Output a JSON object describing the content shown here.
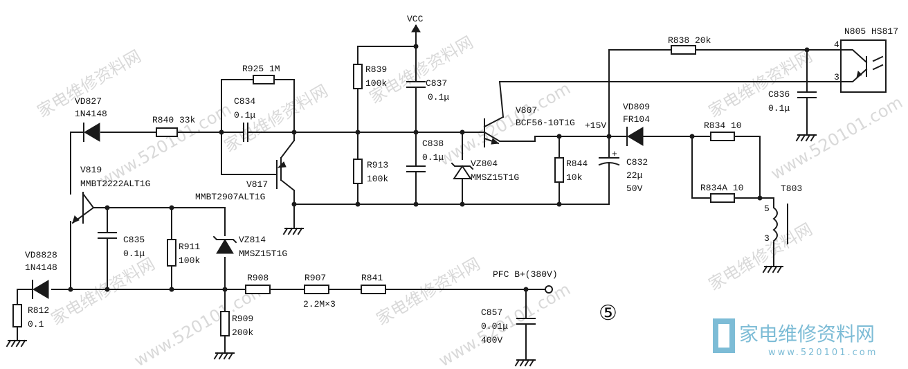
{
  "labels": {
    "vcc": "VCC",
    "n805": "N805 HS817",
    "r838": "R838 20k",
    "pin4": "4",
    "pin3": "3",
    "c836a": "C836",
    "c836b": "0.1μ",
    "r925": "R925 1M",
    "c834a": "C834",
    "c834b": "0.1μ",
    "r839a": "R839",
    "r839b": "100k",
    "c837a": "C837",
    "c837b": "0.1μ",
    "vd827a": "VD827",
    "vd827b": "1N4148",
    "r840": "R840 33k",
    "v807a": "V807",
    "v807b": "BCF56-10T1G",
    "vd809a": "VD809",
    "vd809b": "FR104",
    "p15v": "+15V",
    "r834": "R834 10",
    "c838a": "C838",
    "c838b": "0.1μ",
    "r913a": "R913",
    "r913b": "100k",
    "vz804a": "VZ804",
    "vz804b": "MMSZ15T1G",
    "r844a": "R844",
    "r844b": "10k",
    "c832a": "C832",
    "c832b": "22μ",
    "c832c": "50V",
    "v819a": "V819",
    "v819b": "MMBT2222ALT1G",
    "v817a": "V817",
    "v817b": "MMBT2907ALT1G",
    "r834a": "R834A 10",
    "t803": "T803",
    "t5": "5",
    "t3": "3",
    "c835a": "C835",
    "c835b": "0.1μ",
    "r911a": "R911",
    "r911b": "100k",
    "vz814a": "VZ814",
    "vz814b": "MMSZ15T1G",
    "vd8828a": "VD8828",
    "vd8828b": "1N4148",
    "r908": "R908",
    "r907": "R907",
    "r841": "R841",
    "r907val": "2.2M×3",
    "pfc": "PFC B+(380V)",
    "r812a": "R812",
    "r812b": "0.1",
    "r909a": "R909",
    "r909b": "200k",
    "c857a": "C857",
    "c857b": "0.01μ",
    "c857c": "400V",
    "figno": "⑤"
  },
  "watermark": {
    "logo_cn": "家电维修资料网",
    "logo_url": "www.520101.com",
    "repeat_cn": "家电维修资料网",
    "repeat_url": "www.520101.com"
  },
  "colors": {
    "ink": "#1a1a1a",
    "watermark": "#d9d9d9",
    "logo": "#7dbcd6"
  }
}
